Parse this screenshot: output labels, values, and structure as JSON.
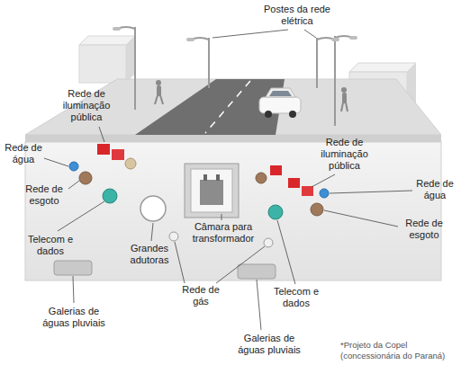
{
  "diagram": {
    "labels": [
      "Postes da rede elétrica",
      "Rede de iluminação pública",
      "Rede de água",
      "Rede de esgoto",
      "Telecom e dados",
      "Grandes adutoras",
      "Câmara para transformador",
      "Rede de gás",
      "Galerias de águas pluviais",
      "Rede de iluminação pública",
      "Rede de água",
      "Rede de esgoto",
      "Telecom e dados",
      "Galerias de águas pluviais",
      "*Projeto da Copel (concessionária do Paraná)"
    ]
  }
}
